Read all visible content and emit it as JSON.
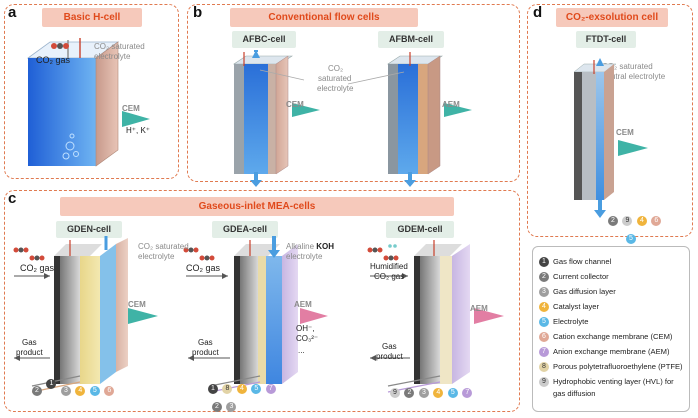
{
  "panels": {
    "a": {
      "letter": "a",
      "title": "Basic H-cell",
      "co2_gas": "CO₂ gas",
      "co2_sat": "CO₂ saturated",
      "electrolyte": "electrolyte",
      "cem": "CEM",
      "ions": "H⁺, K⁺"
    },
    "b": {
      "letter": "b",
      "title": "Conventional flow cells",
      "cell1": "AFBC-cell",
      "cell2": "AFBM-cell",
      "co2": "CO₂",
      "saturated": "saturated",
      "electrolyte": "electrolyte",
      "cem": "CEM",
      "aem": "AEM"
    },
    "c": {
      "letter": "c",
      "title": "Gaseous-inlet MEA-cells",
      "cell1": "GDEN-cell",
      "cell2": "GDEA-cell",
      "cell3": "GDEM-cell",
      "co2_sat": "CO₂ saturated",
      "electrolyte": "electrolyte",
      "alkaline": "Alkaline ",
      "koh": "KOH",
      "electrolyte2": "electrolyte",
      "co2_gas": "CO₂ gas",
      "humidified": "Humidified",
      "humid_co2": "CO₂ gas",
      "cem": "CEM",
      "aem": "AEM",
      "aem2": "AEM",
      "gas": "Gas",
      "product": "product",
      "oh": "OH⁻,",
      "co3": "CO₃²⁻",
      "dots": "..."
    },
    "d": {
      "letter": "d",
      "title": "CO₂-exsolution cell",
      "cell": "FTDT-cell",
      "co2_sat": "CO₂ saturated",
      "neutral": "neutral electrolyte",
      "cem": "CEM"
    }
  },
  "layer_numbers": {
    "gden": [
      "2",
      "1",
      "3",
      "4",
      "5",
      "6"
    ],
    "gdea": [
      "1",
      "8",
      "4",
      "5",
      "7",
      "2",
      "3"
    ],
    "gdem": [
      "9",
      "2",
      "3",
      "4",
      "5",
      "7"
    ],
    "ftdt": [
      "2",
      "9",
      "4",
      "6",
      "5"
    ]
  },
  "legend": [
    {
      "n": "1",
      "label": "Gas flow channel",
      "color": "#444444"
    },
    {
      "n": "2",
      "label": "Current collector",
      "color": "#7a7a7a"
    },
    {
      "n": "3",
      "label": "Gas diffusion layer",
      "color": "#9e9e9e"
    },
    {
      "n": "4",
      "label": "Catalyst layer",
      "color": "#f0b43c"
    },
    {
      "n": "5",
      "label": "Electrolyte",
      "color": "#5ab8e6"
    },
    {
      "n": "6",
      "label": "Cation exchange membrane (CEM)",
      "color": "#e0a896"
    },
    {
      "n": "7",
      "label": "Anion exchange membrane (AEM)",
      "color": "#b89ad8"
    },
    {
      "n": "8",
      "label": "Porous polytetrafluoroethylene (PTFE)",
      "color": "#e2d3a6"
    },
    {
      "n": "9",
      "label": "Hydrophobic venting layer (HVL) for",
      "label2": "gas diffusion",
      "color": "#cccccc"
    }
  ]
}
